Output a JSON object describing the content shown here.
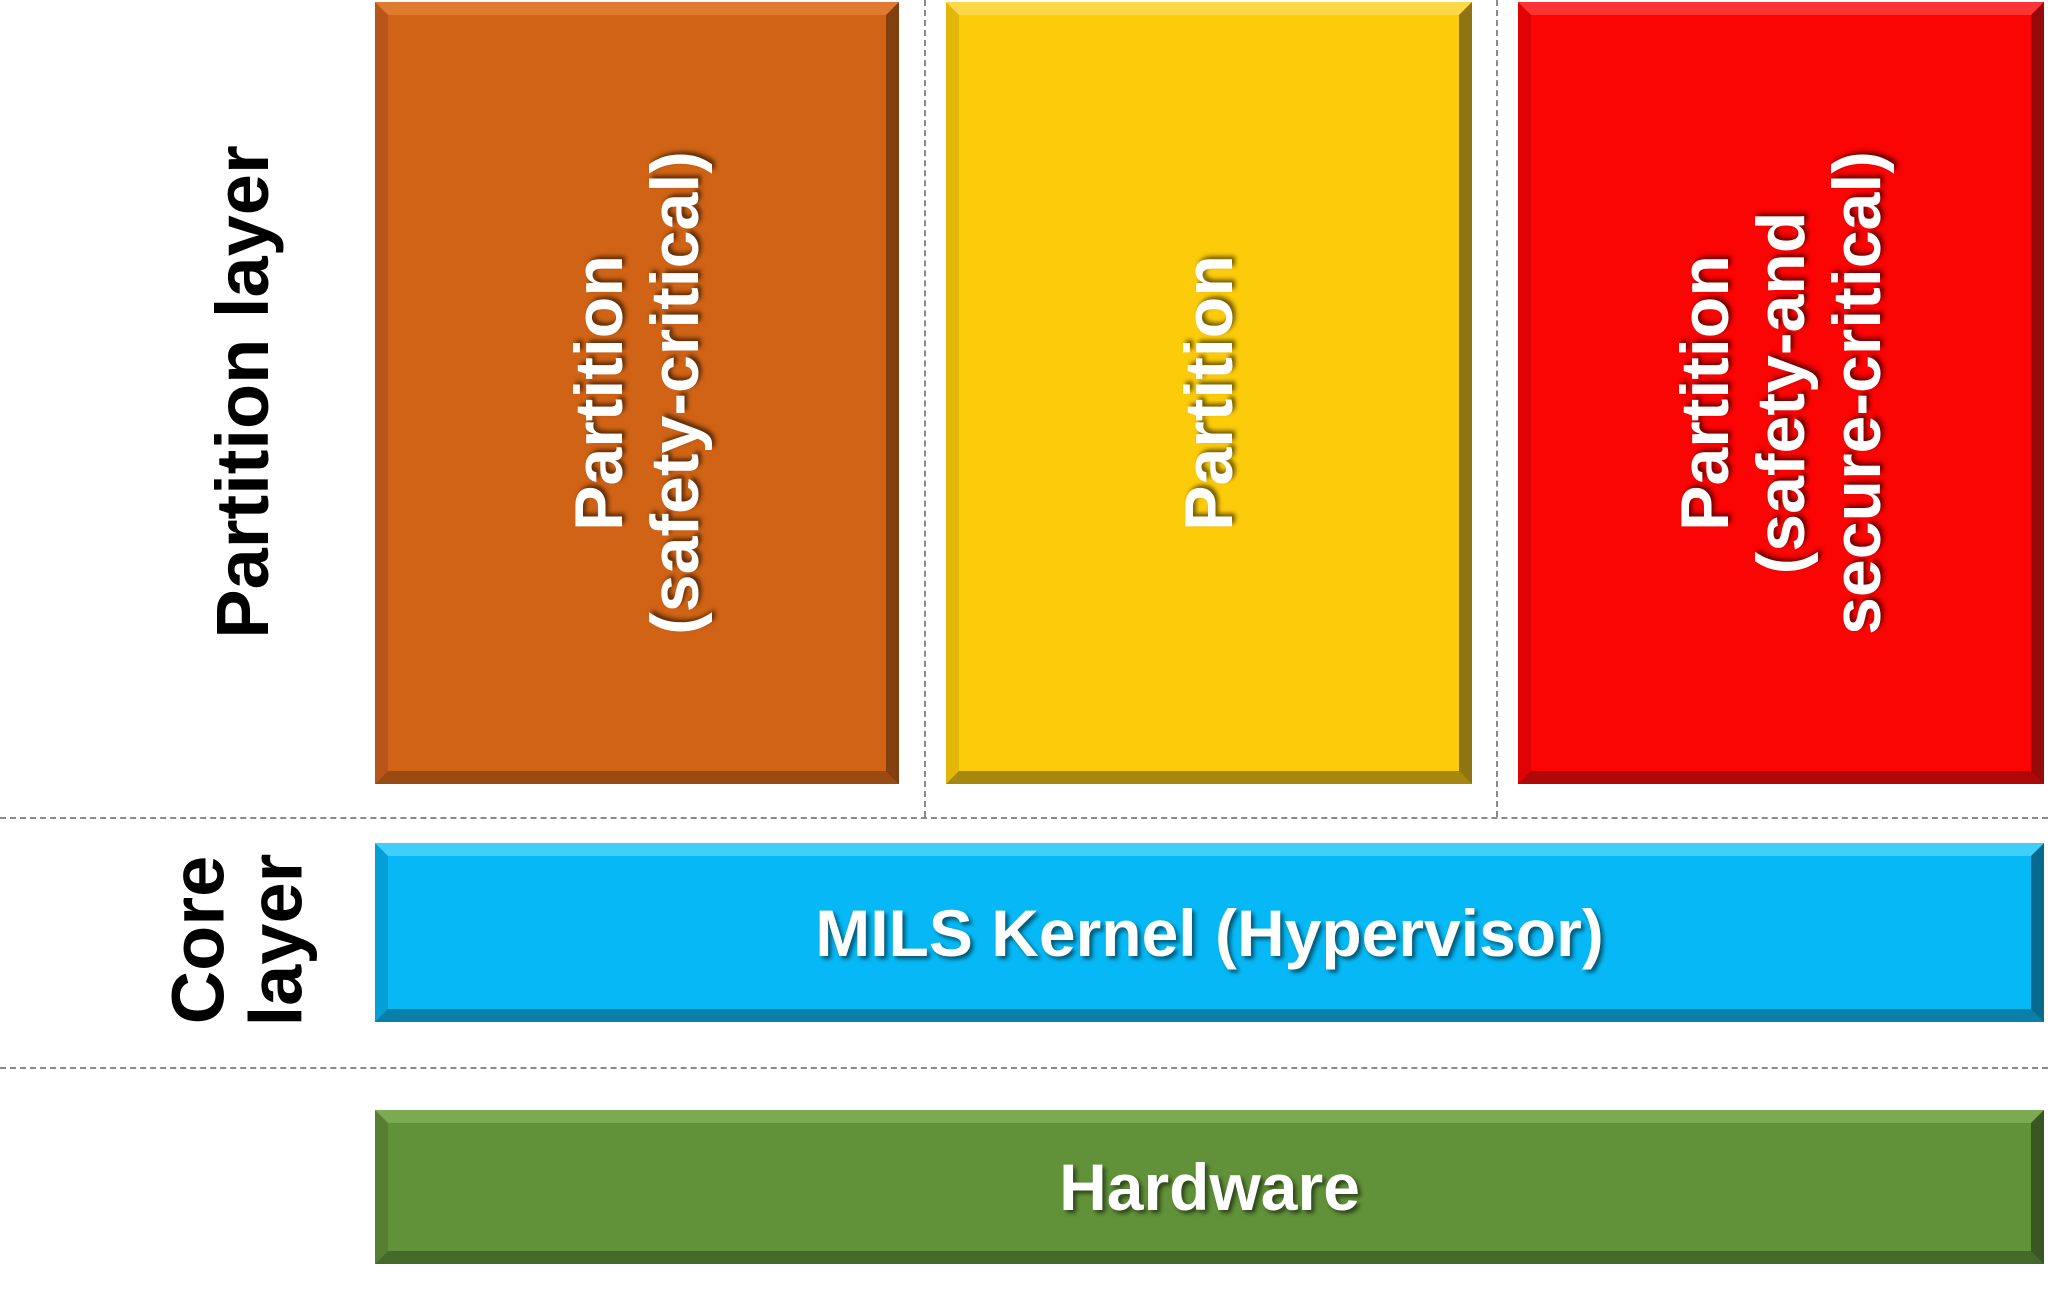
{
  "layers": {
    "partition_layer_label": "Partition layer",
    "core_layer_label_line1": "Core",
    "core_layer_label_line2": "layer"
  },
  "partitions": [
    {
      "line1": "Partition",
      "line2": "(safety-critical)",
      "line3": "",
      "color": "#d06315"
    },
    {
      "line1": "Partition",
      "line2": "",
      "line3": "",
      "color": "#fccb0a"
    },
    {
      "line1": "Partition",
      "line2": "(safety-and",
      "line3": "secure-critical)",
      "color": "#fb0404"
    }
  ],
  "core": {
    "label": "MILS Kernel (Hypervisor)",
    "color": "#06b9f6"
  },
  "hardware": {
    "label": "Hardware",
    "color": "#619239"
  }
}
